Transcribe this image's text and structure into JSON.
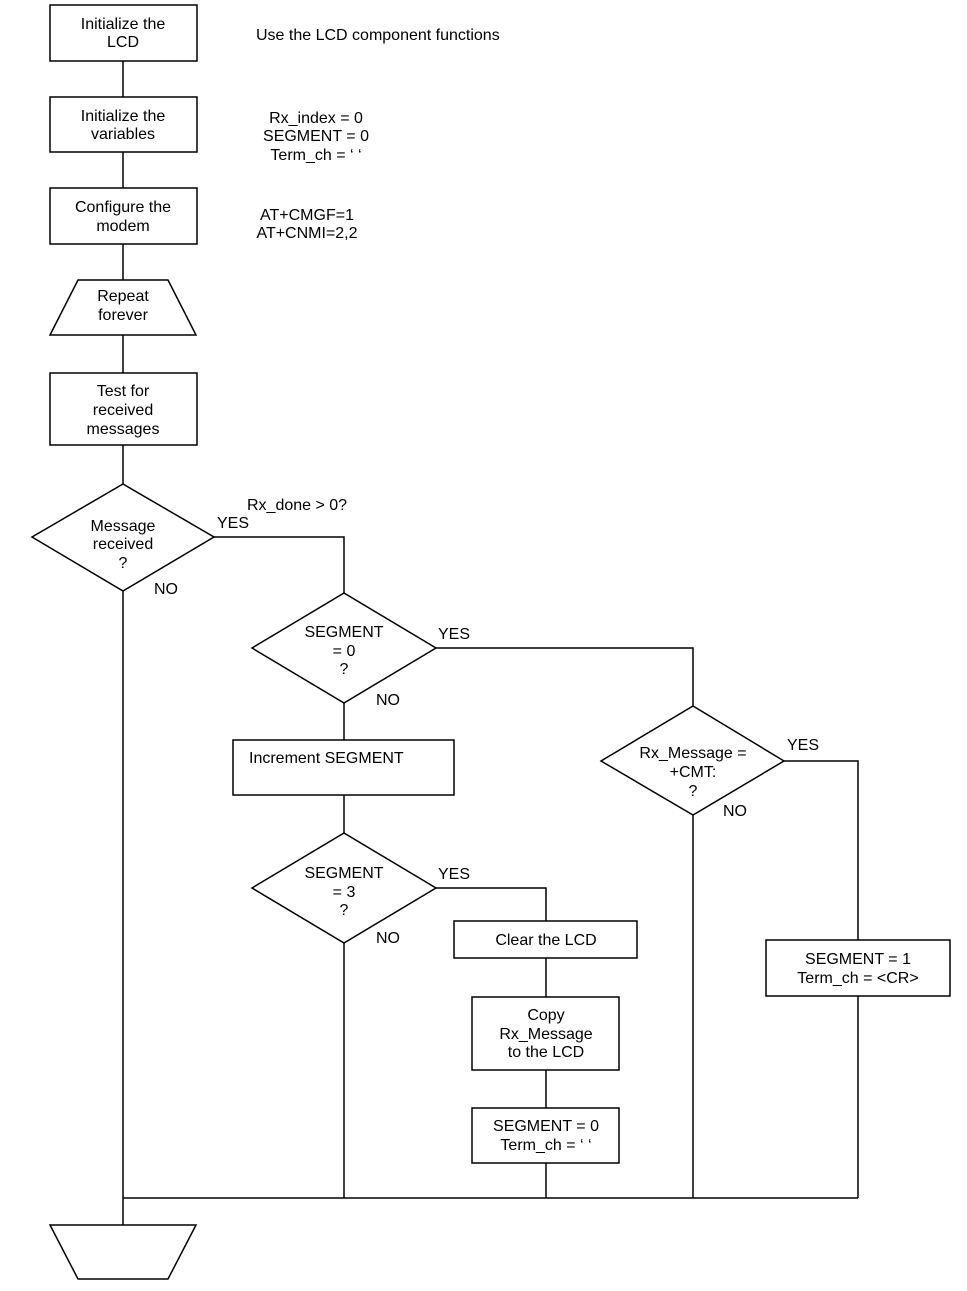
{
  "nodes": {
    "init_lcd": [
      "Initialize the",
      "LCD"
    ],
    "init_vars": [
      "Initialize the",
      "variables"
    ],
    "config_modem": [
      "Configure the",
      "modem"
    ],
    "repeat": [
      "Repeat",
      "forever"
    ],
    "test_msgs": [
      "Test for",
      "received",
      "messages"
    ],
    "msg_received": [
      "Message",
      "received",
      "?"
    ],
    "seg_eq_0": [
      "SEGMENT",
      "= 0",
      "?"
    ],
    "increment_seg": [
      "Increment SEGMENT"
    ],
    "seg_eq_3": [
      "SEGMENT",
      "= 3",
      "?"
    ],
    "rx_msg_cmt": [
      "Rx_Message =",
      "+CMT:",
      "?"
    ],
    "clear_lcd": [
      "Clear the LCD"
    ],
    "copy_msg": [
      "Copy",
      "Rx_Message",
      "to the LCD"
    ],
    "seg0_reset": [
      "SEGMENT = 0",
      "Term_ch = ‘ ‘"
    ],
    "seg1_set": [
      "SEGMENT = 1",
      "Term_ch = <CR>"
    ]
  },
  "annotations": {
    "lcd_note": [
      "Use the LCD component functions"
    ],
    "vars_note": [
      "Rx_index = 0",
      "SEGMENT = 0",
      "Term_ch = ‘ ‘"
    ],
    "modem_note": [
      "AT+CMGF=1",
      "AT+CNMI=2,2"
    ],
    "rx_done_note": [
      "Rx_done > 0?"
    ]
  },
  "branch_labels": {
    "msg_yes": "YES",
    "msg_no": "NO",
    "seg0_yes": "YES",
    "seg0_no": "NO",
    "cmt_yes": "YES",
    "cmt_no": "NO",
    "seg3_yes": "YES",
    "seg3_no": "NO"
  }
}
